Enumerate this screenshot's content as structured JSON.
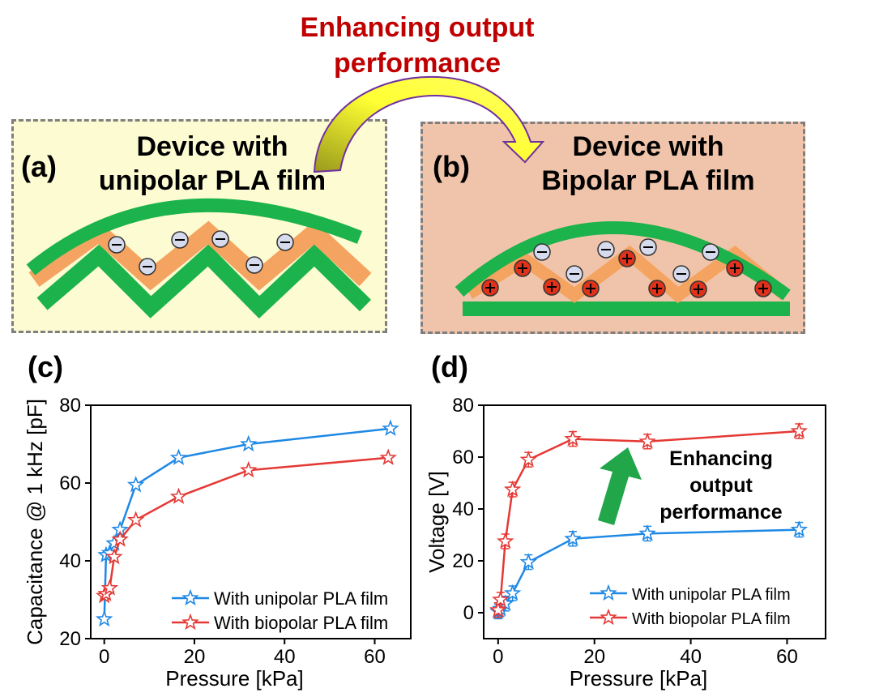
{
  "header": {
    "line1": "Enhancing output",
    "line2": "performance"
  },
  "panel_a": {
    "letter": "(a)",
    "title_line1": "Device with",
    "title_line2": "unipolar PLA film"
  },
  "panel_b": {
    "letter": "(b)",
    "title_line1": "Device with",
    "title_line2": "Bipolar PLA film"
  },
  "colors": {
    "blue": "#1e88e5",
    "red": "#e53935",
    "green": "#1cb34c",
    "orange": "#f4a460",
    "arrow_green": "#21a649"
  },
  "chart_data": [
    {
      "type": "line",
      "panel": "(c)",
      "xlabel": "Pressure [kPa]",
      "ylabel": "Capacitance @ 1 kHz [pF]",
      "xlim": [
        -3,
        68
      ],
      "ylim": [
        20,
        80
      ],
      "xticks": [
        0,
        20,
        40,
        60
      ],
      "yticks": [
        20,
        40,
        60,
        80
      ],
      "legend_position": "bottom-right",
      "series": [
        {
          "name": "With unipolar PLA  film",
          "color": "#1e88e5",
          "x": [
            0,
            0.4,
            1.2,
            2.2,
            3.5,
            7,
            16.5,
            32,
            63.5
          ],
          "y": [
            25,
            41.5,
            42,
            44.5,
            48,
            59.5,
            66.5,
            70,
            74
          ]
        },
        {
          "name": "With biopolar PLA film",
          "color": "#e53935",
          "x": [
            0,
            0.4,
            1.2,
            2.2,
            3.5,
            7,
            16.5,
            32,
            63
          ],
          "y": [
            31,
            31.5,
            33,
            41,
            45.5,
            50.5,
            56.5,
            63.3,
            66.5
          ]
        }
      ]
    },
    {
      "type": "line",
      "panel": "(d)",
      "xlabel": "Pressure [kPa]",
      "ylabel": "Voltage [V]",
      "xlim": [
        -3,
        68
      ],
      "ylim": [
        -10,
        80
      ],
      "xticks": [
        0,
        20,
        40,
        60
      ],
      "yticks": [
        0,
        20,
        40,
        60,
        80
      ],
      "legend_position": "bottom-right",
      "annotation": {
        "line1": "Enhancing",
        "line2": "output",
        "line3": "performance"
      },
      "series": [
        {
          "name": "With unipolar PLA film",
          "color": "#1e88e5",
          "x": [
            0,
            0.5,
            1.5,
            3,
            6.3,
            15.5,
            31,
            62.5
          ],
          "y": [
            0.5,
            1.5,
            3.5,
            7.5,
            19.5,
            28.5,
            30.5,
            32
          ]
        },
        {
          "name": "With biopolar PLA film",
          "color": "#e53935",
          "x": [
            0,
            0.5,
            1.5,
            3,
            6.3,
            15.5,
            31,
            62.5
          ],
          "y": [
            1,
            5,
            27.5,
            47.5,
            59,
            67,
            66,
            70
          ]
        }
      ]
    }
  ]
}
